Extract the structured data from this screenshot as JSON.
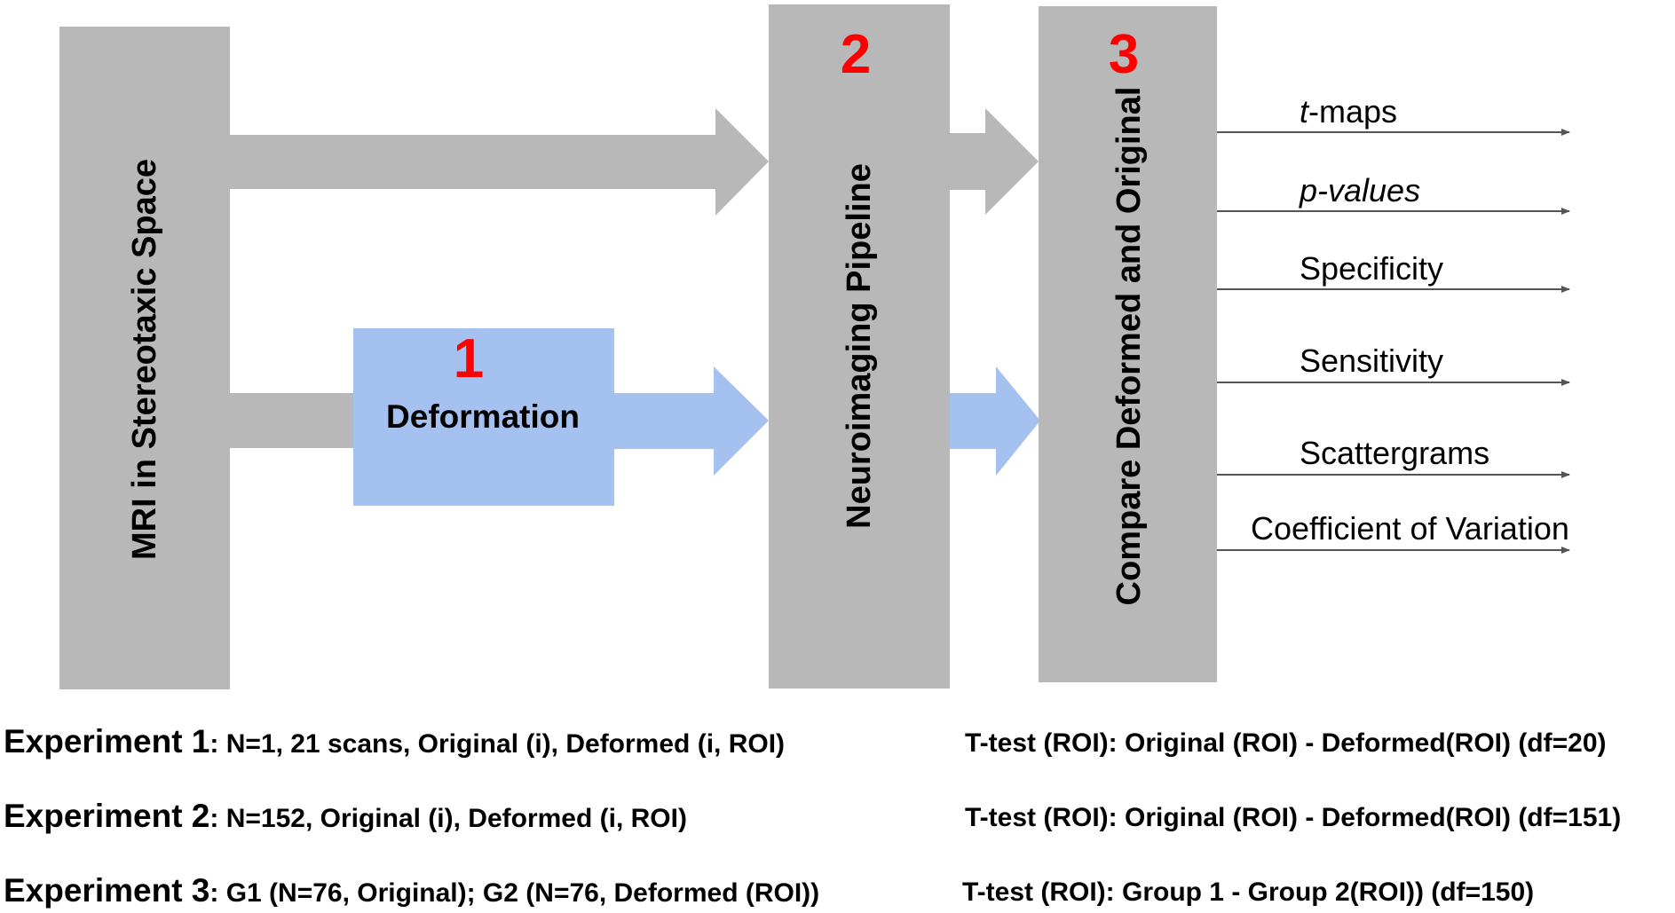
{
  "colors": {
    "gray": "#b8b8b8",
    "blue": "#a4c1f0",
    "step_number": "#ff0000",
    "arrow_line": "#555555"
  },
  "boxes": {
    "mri": "MRI in Stereotaxic Space",
    "pipeline": "Neuroimaging Pipeline",
    "compare": "Compare Deformed and Original",
    "deformation": "Deformation"
  },
  "step_numbers": {
    "deformation": "1",
    "pipeline": "2",
    "compare": "3"
  },
  "outputs": {
    "t_maps_italic": "t",
    "t_maps_rest": "-maps",
    "p_values": "p-values",
    "specificity": "Specificity",
    "sensitivity": "Sensitivity",
    "scattergrams": "Scattergrams",
    "cov": "Coefficient of Variation"
  },
  "experiments": [
    {
      "head": "Experiment 1",
      "desc": ": N=1, 21 scans, Original (i), Deformed (i, ROI)",
      "ttest": "T-test (ROI): Original (ROI) - Deformed(ROI) (df=20)"
    },
    {
      "head": "Experiment 2",
      "desc": ": N=152, Original (i), Deformed (i, ROI)",
      "ttest": "T-test (ROI): Original (ROI) - Deformed(ROI) (df=151)"
    },
    {
      "head": "Experiment 3",
      "desc": ": G1 (N=76, Original); G2 (N=76, Deformed (ROI))",
      "ttest": "T-test (ROI): Group 1 - Group 2(ROI)) (df=150)"
    }
  ]
}
